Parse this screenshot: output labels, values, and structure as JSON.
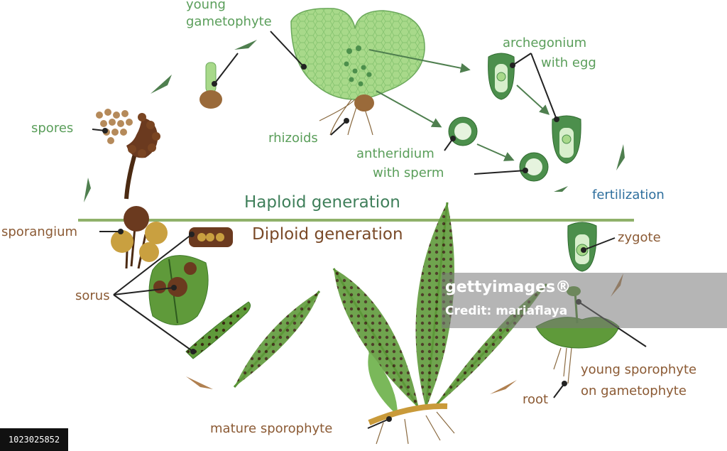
{
  "generations": {
    "haploid": "Haploid generation",
    "diploid": "Diploid generation"
  },
  "labels": {
    "young_gametophyte_1": "young",
    "young_gametophyte_2": "gametophyte",
    "archegonium_1": "archegonium",
    "archegonium_2": "with egg",
    "spores": "spores",
    "rhizoids": "rhizoids",
    "antheridium_1": "antheridium",
    "antheridium_2": "with sperm",
    "fertilization": "fertilization",
    "sporangium": "sporangium",
    "zygote": "zygote",
    "sorus": "sorus",
    "young_sporophyte_1": "young sporophyte",
    "young_sporophyte_2": "on gametophyte",
    "root": "root",
    "mature_sporophyte": "mature sporophyte"
  },
  "watermark": {
    "brand": "gettyimages®",
    "credit": "Credit: mariaflaya",
    "image_id": "1023025852"
  },
  "colors": {
    "label_green": "#5a9e5a",
    "label_brown": "#8b5a34",
    "label_blue": "#2e6f9e",
    "divider": "#8fb16a",
    "gametophyte": "#a8d98a",
    "frond": "#5f9a3a",
    "sporangium": "#6b3a1f"
  }
}
